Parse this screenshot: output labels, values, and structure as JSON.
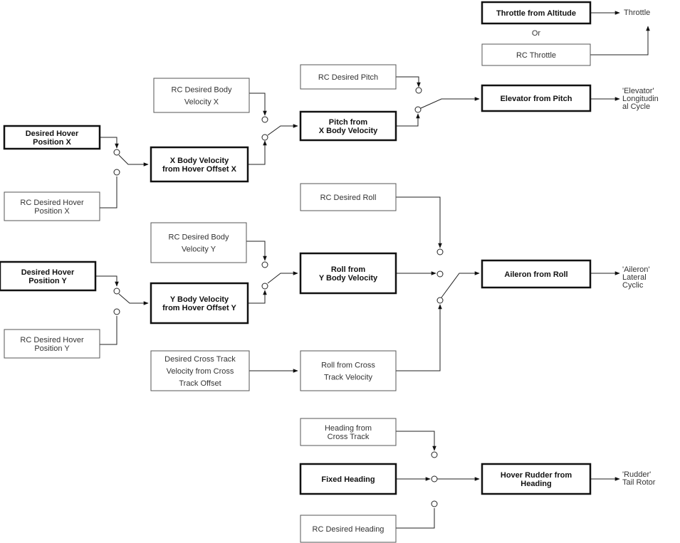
{
  "blocks": {
    "throttle_from_altitude": {
      "lines": [
        "Throttle from Altitude"
      ],
      "bold": true
    },
    "rc_throttle": {
      "lines": [
        "RC Throttle"
      ],
      "bold": false
    },
    "rc_desired_pitch": {
      "lines": [
        "RC Desired Pitch"
      ],
      "bold": false
    },
    "elevator_from_pitch": {
      "lines": [
        "Elevator from Pitch"
      ],
      "bold": true
    },
    "rc_desired_body_velocity_x": {
      "lines": [
        "RC Desired Body",
        "Velocity X"
      ],
      "bold": false
    },
    "pitch_from_x_body_velocity": {
      "lines": [
        "Pitch from",
        "X Body Velocity"
      ],
      "bold": true
    },
    "desired_hover_position_x": {
      "lines": [
        "Desired Hover",
        "Position X"
      ],
      "bold": true
    },
    "x_body_velocity_from_hover_offset_x": {
      "lines": [
        "X Body Velocity",
        "from Hover Offset X"
      ],
      "bold": true
    },
    "rc_desired_hover_position_x": {
      "lines": [
        "RC Desired Hover",
        "Position X"
      ],
      "bold": false
    },
    "rc_desired_roll": {
      "lines": [
        "RC Desired Roll"
      ],
      "bold": false
    },
    "rc_desired_body_velocity_y": {
      "lines": [
        "RC Desired Body",
        "Velocity Y"
      ],
      "bold": false
    },
    "roll_from_y_body_velocity": {
      "lines": [
        "Roll from",
        "Y Body Velocity"
      ],
      "bold": true
    },
    "aileron_from_roll": {
      "lines": [
        "Aileron from Roll"
      ],
      "bold": true
    },
    "desired_hover_position_y": {
      "lines": [
        "Desired Hover",
        "Position Y"
      ],
      "bold": true
    },
    "y_body_velocity_from_hover_offset_y": {
      "lines": [
        "Y Body Velocity",
        "from Hover Offset Y"
      ],
      "bold": true
    },
    "rc_desired_hover_position_y": {
      "lines": [
        "RC Desired Hover",
        "Position Y"
      ],
      "bold": false
    },
    "desired_cross_track_velocity": {
      "lines": [
        "Desired Cross Track",
        "Velocity from Cross",
        "Track Offset"
      ],
      "bold": false
    },
    "roll_from_cross_track_velocity": {
      "lines": [
        "Roll from Cross",
        "Track Velocity"
      ],
      "bold": false
    },
    "heading_from_cross_track": {
      "lines": [
        "Heading from",
        "Cross Track"
      ],
      "bold": false
    },
    "fixed_heading": {
      "lines": [
        "Fixed Heading"
      ],
      "bold": true
    },
    "hover_rudder_from_heading": {
      "lines": [
        "Hover Rudder from",
        "Heading"
      ],
      "bold": true
    },
    "rc_desired_heading": {
      "lines": [
        "RC Desired Heading"
      ],
      "bold": false
    }
  },
  "outputs": {
    "throttle": {
      "lines": [
        "Throttle"
      ]
    },
    "elevator": {
      "lines": [
        "'Elevator'",
        "Longitudin",
        "al Cycle"
      ]
    },
    "aileron": {
      "lines": [
        "'Aileron'",
        "Lateral",
        "Cyclic"
      ]
    },
    "rudder": {
      "lines": [
        "'Rudder'",
        "Tail Rotor"
      ]
    }
  },
  "labels": {
    "or": "Or"
  }
}
